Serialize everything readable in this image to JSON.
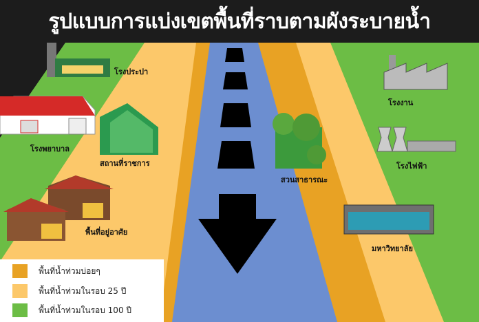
{
  "title": "รูปแบบการแบ่งเขตพื้นที่ราบตามผังระบายน้ำ",
  "labels": {
    "water_works": "โรงประปา",
    "hospital": "โรงพยาบาล",
    "government": "สถานที่ราชการ",
    "residential": "พื้นที่อยู่อาศัย",
    "park": "สวนสาธารณะ",
    "factory": "โรงงาน",
    "power_plant": "โรงไฟฟ้า",
    "university": "มหาวิทยาลัย"
  },
  "legend": [
    {
      "label": "พื้นที่น้ำท่วมบ่อยๆ",
      "color": "#e8a224"
    },
    {
      "label": "พื้นที่น้ำท่วมในรอบ 25 ปี",
      "color": "#fcc86a"
    },
    {
      "label": "พื้นที่น้ำท่วมในรอบ 100 ปี",
      "color": "#6cbd45"
    }
  ],
  "colors": {
    "river": "#6c8ed0",
    "background": "#1c1c1c",
    "arrow": "#000000"
  }
}
